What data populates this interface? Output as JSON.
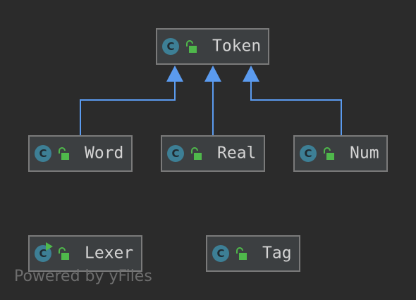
{
  "nodes": [
    {
      "id": "token",
      "label": "Token",
      "icon": "class-icon",
      "icon_letter": "C"
    },
    {
      "id": "word",
      "label": "Word",
      "icon": "class-icon",
      "icon_letter": "C"
    },
    {
      "id": "real",
      "label": "Real",
      "icon": "class-icon",
      "icon_letter": "C"
    },
    {
      "id": "num",
      "label": "Num",
      "icon": "class-icon",
      "icon_letter": "C"
    },
    {
      "id": "lexer",
      "label": "Lexer",
      "icon": "runnable-class-icon",
      "icon_letter": "C"
    },
    {
      "id": "tag",
      "label": "Tag",
      "icon": "class-icon",
      "icon_letter": "C"
    }
  ],
  "edges": [
    {
      "from": "word",
      "to": "token",
      "type": "inheritance"
    },
    {
      "from": "real",
      "to": "token",
      "type": "inheritance"
    },
    {
      "from": "num",
      "to": "token",
      "type": "inheritance"
    }
  ],
  "colors": {
    "background": "#2b2b2b",
    "node_fill": "#3c3f41",
    "node_border": "#7a7a7a",
    "edge": "#5b9bef",
    "class_icon": "#3d7f95",
    "lock_icon": "#4fb84b"
  },
  "watermark": "Powered by yFiles"
}
